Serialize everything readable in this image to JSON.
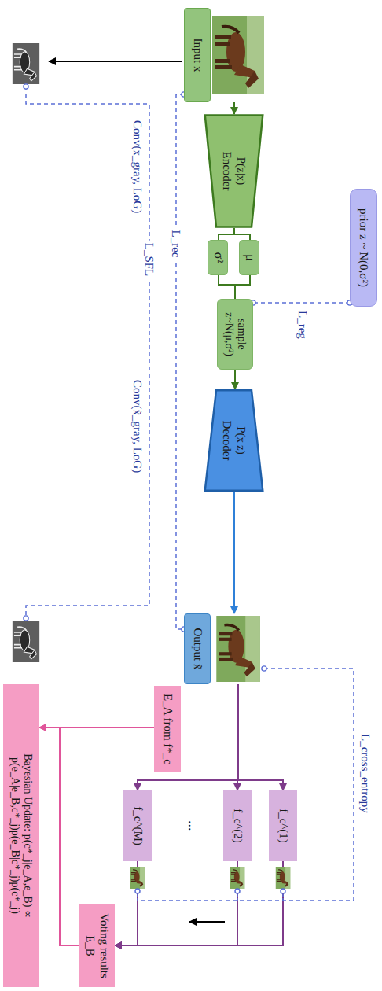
{
  "diagram": {
    "nodes": [
      {
        "text": [
          "Input x"
        ]
      },
      {
        "text": [
          "prior z ~ N(0,σ²)"
        ]
      },
      {
        "text": [
          "P(z|x) Encoder"
        ]
      },
      {
        "text": [
          "σ²"
        ]
      },
      {
        "text": [
          "μ"
        ]
      },
      {
        "text": [
          "sample z~N(μ,σ²)"
        ]
      },
      {
        "text": [
          "P(x|z) Decoder"
        ]
      },
      {
        "text": [
          "Output x̃"
        ]
      },
      {
        "text": [
          "f_c^(1)"
        ]
      },
      {
        "text": [
          "f_c^(2)"
        ]
      },
      {
        "text": [
          "f_c^(M)"
        ]
      },
      {
        "text": [
          "E_A from f*_c"
        ]
      },
      {
        "text": [
          "Voting results E_B"
        ]
      },
      {
        "text": [
          "Bayesian Update: p(c*_j|e_A,e_B) ∝ p(e_A|e_B,c*_j)p(e_B|c*_j)p(c*_j)"
        ]
      }
    ],
    "edges": [
      {
        "from": 0,
        "to": 2,
        "arrow": "to"
      },
      {
        "from": 2,
        "to": 3,
        "arrow": "none"
      },
      {
        "from": 2,
        "to": 4,
        "arrow": "none"
      },
      {
        "from": 3,
        "to": 5,
        "arrow": "none"
      },
      {
        "from": 4,
        "to": 5,
        "arrow": "none"
      },
      {
        "from": 1,
        "to": 5,
        "arrow": "none",
        "label": "L_reg"
      },
      {
        "from": 5,
        "to": 6,
        "arrow": "to"
      },
      {
        "from": 6,
        "to": 7,
        "arrow": "to"
      },
      {
        "from": 0,
        "to": 7,
        "arrow": "none",
        "label": "L_rec"
      },
      {
        "from": 7,
        "to": 8,
        "arrow": "to"
      },
      {
        "from": 7,
        "to": 9,
        "arrow": "to"
      },
      {
        "from": 7,
        "to": 10,
        "arrow": "to"
      },
      {
        "from": 8,
        "to": 12,
        "arrow": "to"
      },
      {
        "from": 9,
        "to": 12,
        "arrow": "to"
      },
      {
        "from": 10,
        "to": 12,
        "arrow": "to"
      },
      {
        "from": 11,
        "to": 13,
        "arrow": "to"
      },
      {
        "from": 12,
        "to": 13,
        "arrow": "to"
      }
    ],
    "labels": [
      "Conv(x_gray, LoG)",
      "L_SFL",
      "Conv(x̃_gray, LoG)",
      "L_cross_entropy",
      "..."
    ]
  }
}
